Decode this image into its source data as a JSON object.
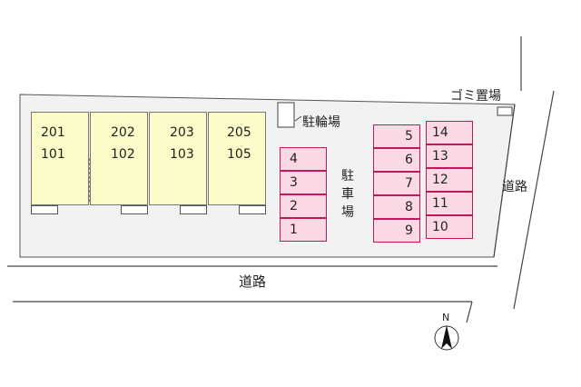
{
  "buildings": [
    {
      "upper": "201",
      "lower": "101"
    },
    {
      "upper": "202",
      "lower": "102"
    },
    {
      "upper": "203",
      "lower": "103"
    },
    {
      "upper": "205",
      "lower": "105"
    }
  ],
  "bicycle_parking": "駐輪場",
  "garbage_area": "ゴミ置場",
  "parking_label_chars": [
    "駐",
    "車",
    "場"
  ],
  "road_bottom": "道路",
  "road_right_chars": [
    "道",
    "路"
  ],
  "parking_left": [
    "4",
    "3",
    "2",
    "1"
  ],
  "parking_mid": [
    "5",
    "6",
    "7",
    "8",
    "9"
  ],
  "parking_right": [
    "14",
    "13",
    "12",
    "11",
    "10"
  ],
  "north_label": "N"
}
